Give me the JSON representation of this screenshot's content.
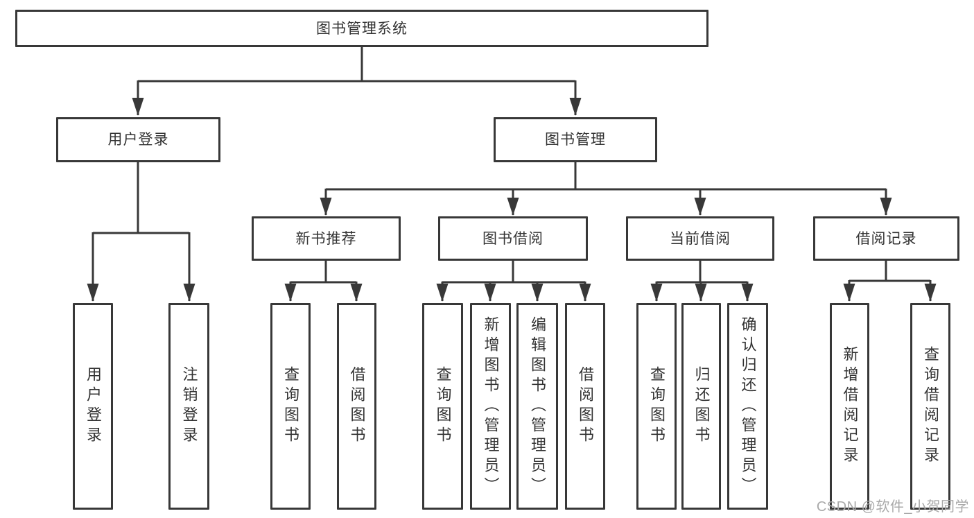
{
  "diagram": {
    "type": "function-structure-tree",
    "tree": {
      "label": "图书管理系统",
      "children": [
        {
          "label": "用户登录",
          "children": [
            {
              "label": "用户登录"
            },
            {
              "label": "注销登录"
            }
          ]
        },
        {
          "label": "图书管理",
          "children": [
            {
              "label": "新书推荐",
              "children": [
                {
                  "label": "查询图书"
                },
                {
                  "label": "借阅图书"
                }
              ]
            },
            {
              "label": "图书借阅",
              "children": [
                {
                  "label": "查询图书"
                },
                {
                  "label": "新增图书（管理员）"
                },
                {
                  "label": "编辑图书（管理员）"
                },
                {
                  "label": "借阅图书"
                }
              ]
            },
            {
              "label": "当前借阅",
              "children": [
                {
                  "label": "查询图书"
                },
                {
                  "label": "归还图书"
                },
                {
                  "label": "确认归还（管理员）"
                }
              ]
            },
            {
              "label": "借阅记录",
              "children": [
                {
                  "label": "新增借阅记录"
                },
                {
                  "label": "查询借阅记录"
                }
              ]
            }
          ]
        }
      ]
    },
    "colors": {
      "line": "#383838",
      "box_border": "#383838",
      "text": "#333333",
      "background": "#ffffff",
      "watermark": "#a9a9a9"
    }
  },
  "watermark": {
    "text": "CSDN @软件_小贺同学"
  }
}
